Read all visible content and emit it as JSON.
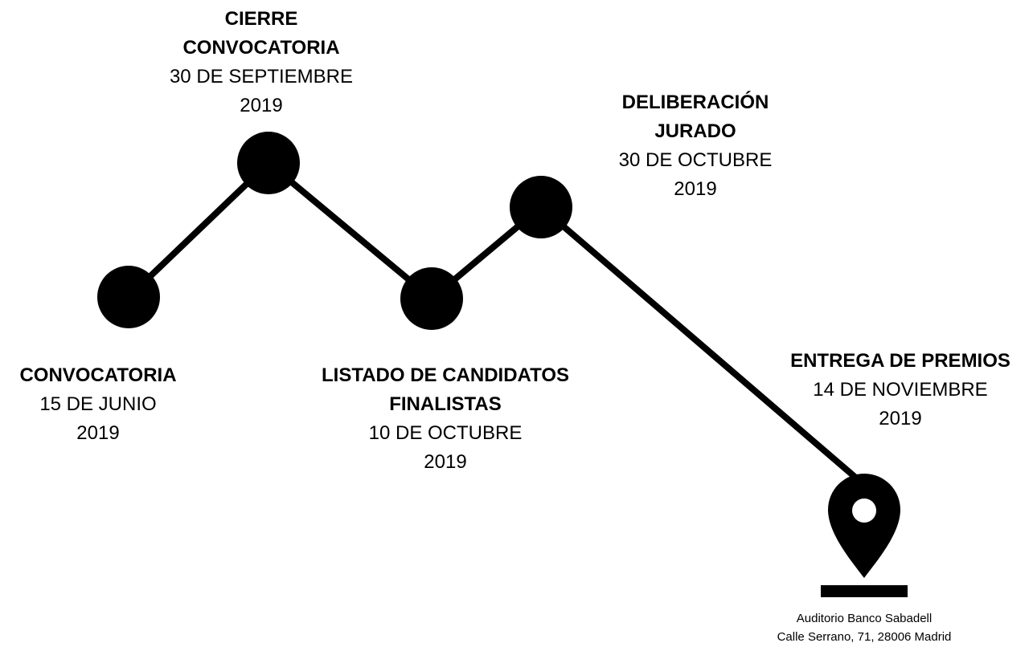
{
  "milestones": [
    {
      "id": "convocatoria",
      "title": "CONVOCATORIA",
      "date": "15 DE JUNIO",
      "year": "2019"
    },
    {
      "id": "cierre",
      "title": "CIERRE CONVOCATORIA",
      "date": "30 DE SEPTIEMBRE",
      "year": "2019"
    },
    {
      "id": "listado",
      "title": "LISTADO DE CANDIDATOS FINALISTAS",
      "date": "10 DE OCTUBRE",
      "year": "2019"
    },
    {
      "id": "deliberacion",
      "title": "DELIBERACIÓN JURADO",
      "date": "30 DE OCTUBRE",
      "year": "2019"
    },
    {
      "id": "entrega",
      "title": "ENTREGA DE PREMIOS",
      "date": "14 DE NOVIEMBRE",
      "year": "2019"
    }
  ],
  "venue": {
    "name": "Auditorio Banco Sabadell",
    "address": "Calle Serrano, 71, 28006 Madrid"
  },
  "icons": {
    "end_marker": "map-pin-icon"
  },
  "colors": {
    "line": "#000000",
    "node": "#000000",
    "background": "#ffffff"
  }
}
